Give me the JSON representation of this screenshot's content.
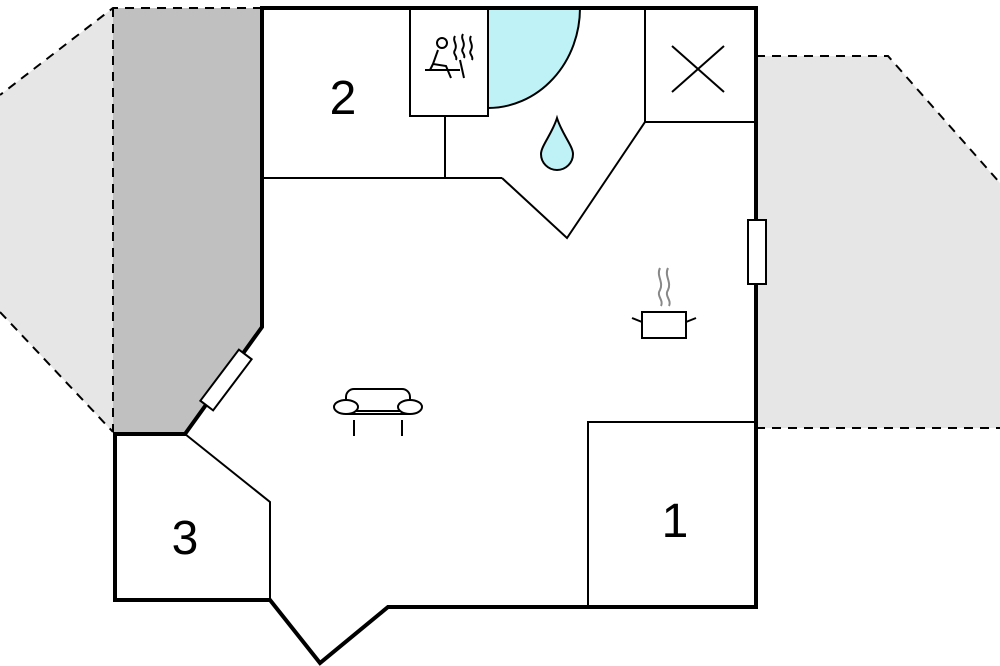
{
  "rooms": [
    {
      "label": "2"
    },
    {
      "label": "3"
    },
    {
      "label": "1"
    }
  ],
  "icons": {
    "sauna": "sauna-icon",
    "shower": "shower-icon",
    "water_drop": "water-drop-icon",
    "storage_cross": "cross-icon",
    "cooking_pot": "cooking-pot-icon",
    "sofa": "sofa-icon"
  },
  "colors": {
    "wall": "#000000",
    "terrace_light": "#e6e6e6",
    "terrace_dark": "#c0c0c0",
    "shower": "#bff2f7",
    "water_drop": "#bff2f7"
  }
}
